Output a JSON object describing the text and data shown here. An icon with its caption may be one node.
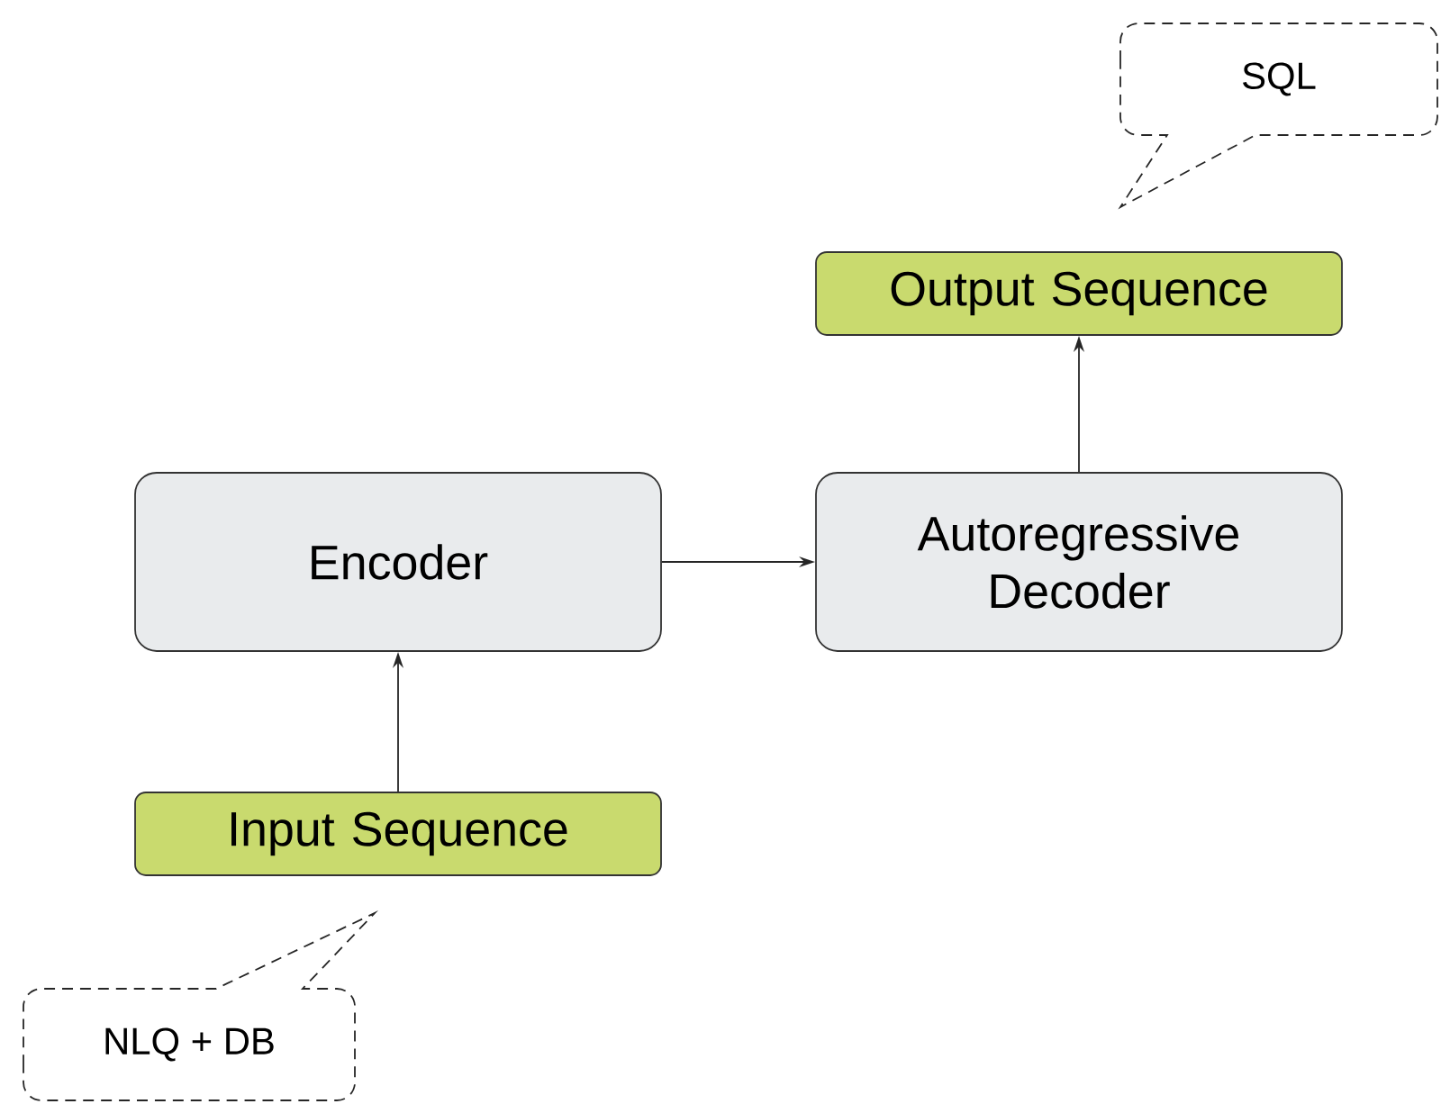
{
  "diagram": {
    "nodes": [
      {
        "text": [
          "SQL"
        ]
      },
      {
        "text": [
          "Output Sequence"
        ]
      },
      {
        "text": [
          "Encoder"
        ]
      },
      {
        "text": [
          "Autoregressive Decoder"
        ]
      },
      {
        "text": [
          "Input Sequence"
        ]
      },
      {
        "text": [
          "NLQ + DB"
        ]
      }
    ],
    "edges": [
      {
        "from": 4,
        "to": 2,
        "arrow": "to"
      },
      {
        "from": 2,
        "to": 3,
        "arrow": "to"
      },
      {
        "from": 3,
        "to": 1,
        "arrow": "to"
      }
    ]
  }
}
